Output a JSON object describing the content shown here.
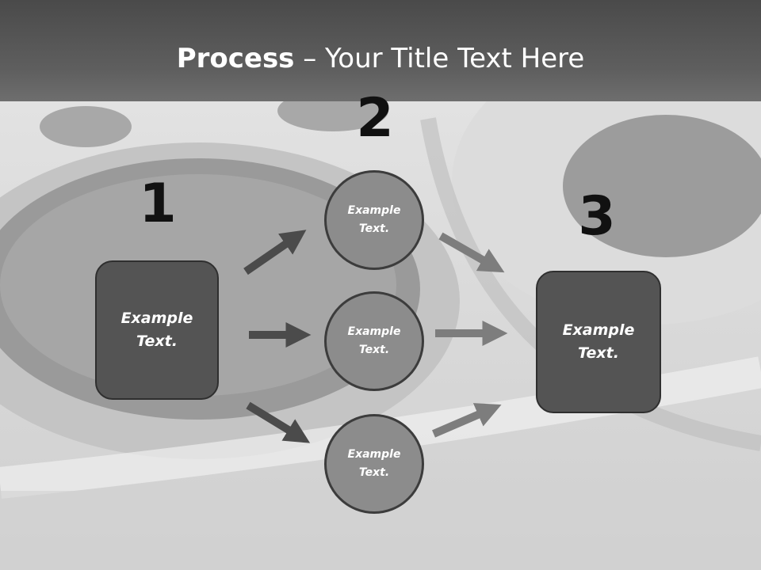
{
  "title": {
    "bold": "Process",
    "rest": " – Your Title Text Here"
  },
  "steps": {
    "one": "1",
    "two": "2",
    "three": "3"
  },
  "nodes": {
    "start": "Example Text.",
    "branch_top": "Example Text.",
    "branch_middle": "Example Text.",
    "branch_bottom": "Example Text.",
    "end": "Example Text."
  },
  "colors": {
    "title_bar": "#4a4a4a",
    "box_fill": "#545454",
    "circle_fill": "#8c8c8c",
    "dark_arrow": "#4b4b4b",
    "light_arrow": "#7d7d7d"
  }
}
